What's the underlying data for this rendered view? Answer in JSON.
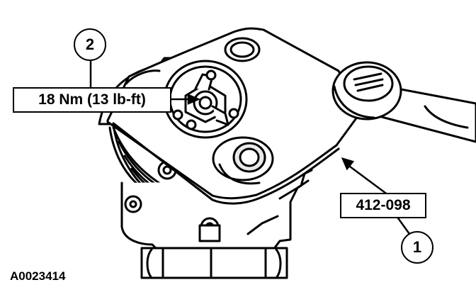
{
  "figure": {
    "id": "A0023414",
    "torque_label": "18 Nm (13 lb-ft)",
    "tool_label": "412-098",
    "callouts": [
      "2",
      "1"
    ]
  },
  "colors": {
    "ink": "#000000",
    "paper": "#ffffff",
    "shade": "#e9e9e9"
  },
  "icons": [
    "compressor-body-drawing",
    "holding-plate-tool-drawing",
    "ratchet-wrench-drawing",
    "leader-arrow"
  ]
}
